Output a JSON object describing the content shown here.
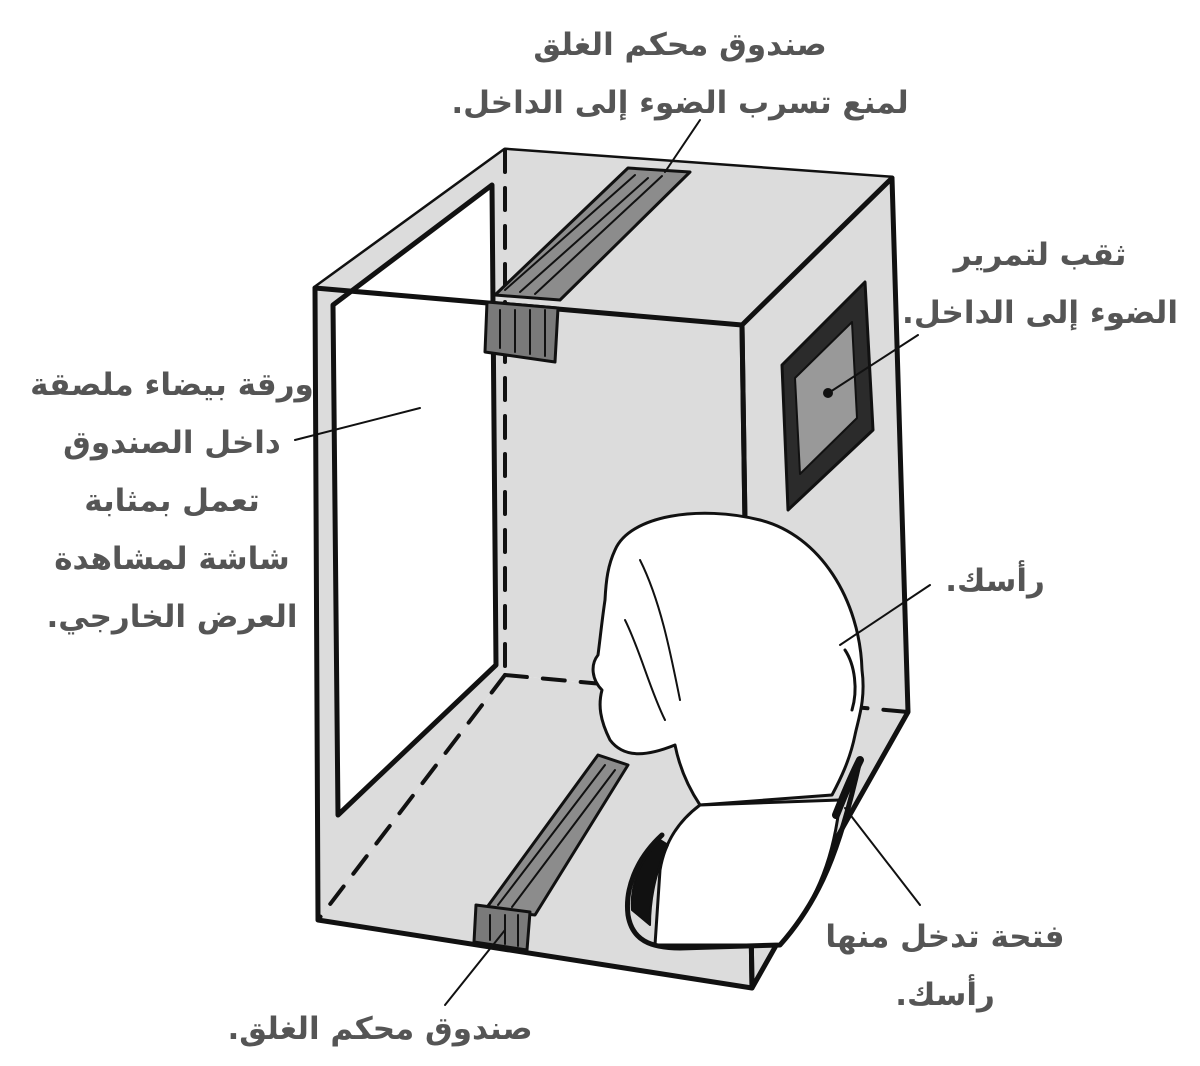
{
  "labels": {
    "top_tape": {
      "line1": "صندوق محكم الغلق",
      "line2": "لمنع تسرب الضوء إلى الداخل."
    },
    "hole": {
      "line1": "ثقب لتمرير",
      "line2": "الضوء إلى الداخل."
    },
    "paper": {
      "line1": "ورقة بيضاء ملصقة",
      "line2": "داخل الصندوق",
      "line3": "تعمل بمثابة",
      "line4": "شاشة لمشاهدة",
      "line5": "العرض الخارجي."
    },
    "head": {
      "line1": "رأسك."
    },
    "opening": {
      "line1": "فتحة تدخل منها",
      "line2": "رأسك."
    },
    "bottom_tape": {
      "line1": "صندوق محكم الغلق."
    }
  },
  "colors": {
    "box_fill": "#dcdcdc",
    "tape": "#8c8c8c",
    "hole_frame": "#999999",
    "ink": "#111111",
    "label_text": "#555555"
  }
}
